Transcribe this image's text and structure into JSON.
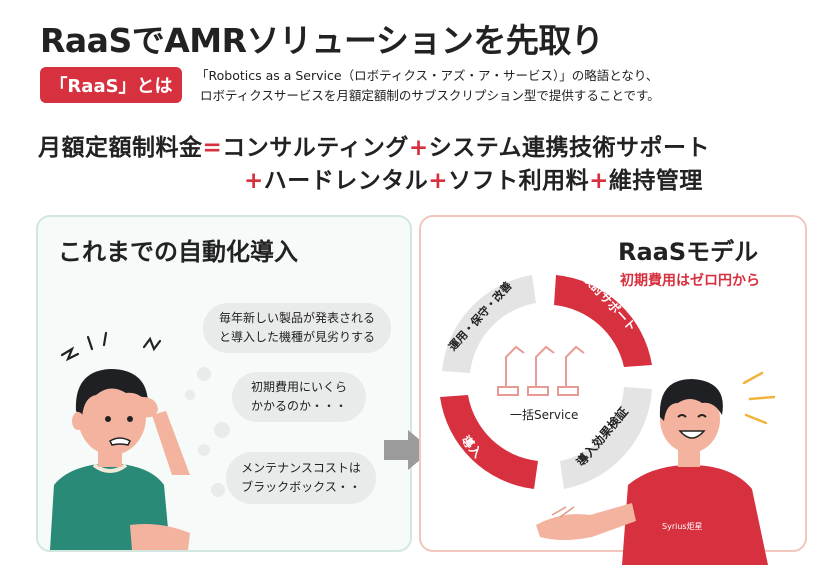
{
  "header": {
    "title": "RaaSでAMRソリューションを先取り",
    "badge": "「RaaS」とは",
    "desc_line1": "「Robotics as a Service（ロボティクス・アズ・ア・サービス）」の略語となり、",
    "desc_line2": "ロボティクスサービスを月額定額制のサブスクリプション型で提供することです。"
  },
  "formula": {
    "lhs": "月額定額制料金",
    "equals": "=",
    "item1": "コンサルティング",
    "plus": "+",
    "item2": "システム連携技術サポート",
    "item3": "ハードレンタル",
    "item4": "ソフト利用料",
    "item5": "維持管理"
  },
  "left_panel": {
    "title": "これまでの自動化導入",
    "bubble1_line1": "毎年新しい製品が発表される",
    "bubble1_line2": "と導入した機種が見劣りする",
    "bubble2_line1": "初期費用にいくら",
    "bubble2_line2": "かかるのか・・・",
    "bubble3_line1": "メンテナンスコストは",
    "bubble3_line2": "ブラックボックス・・"
  },
  "right_panel": {
    "title": "RaaSモデル",
    "subtitle": "初期費用はゼロ円から",
    "cycle": {
      "seg1": "検討サポート",
      "seg2": "導入効果検証",
      "seg3": "導入",
      "seg4": "運用・保守・改善",
      "center": "一括Service"
    },
    "shirt_logo": "Syrius炬星"
  },
  "colors": {
    "accent": "#d7303f",
    "gray_arc": "#e4e4e4"
  }
}
